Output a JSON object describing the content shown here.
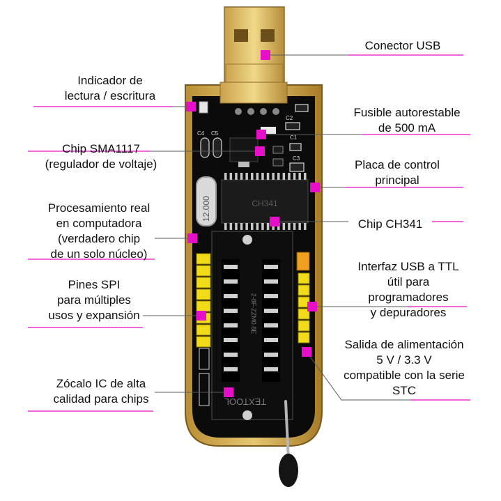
{
  "colors": {
    "accent": "#e60ec8",
    "leader": "#5a5a5a",
    "board_gold": "#c9a24a",
    "board_black": "#0b0b0b",
    "usb_gold": "#d8b35a",
    "pin_yellow": "#f2dc1a"
  },
  "board": {
    "chip_marking": "CH341",
    "crystal_marking": "12.000",
    "socket_marking": "TEXTOOL",
    "socket_model": "2-8F-ZZM0.8E",
    "cap_labels": [
      "C4",
      "C5",
      "C1",
      "C2",
      "C3"
    ]
  },
  "callouts": [
    {
      "id": "usb-connector",
      "text": "Conector USB"
    },
    {
      "id": "rw-indicator",
      "text": "Indicador de\nlectura / escritura"
    },
    {
      "id": "fuse",
      "text": "Fusible autorestable\nde 500 mA"
    },
    {
      "id": "sma1117",
      "text": "Chip SMA1117\n(regulador de voltaje)"
    },
    {
      "id": "control-board",
      "text": "Placa de control\nprincipal"
    },
    {
      "id": "real-processing",
      "text": "Procesamiento real\nen computadora\n(verdadero chip\nde un solo núcleo)"
    },
    {
      "id": "ch341",
      "text": "Chip CH341"
    },
    {
      "id": "usb-ttl",
      "text": "Interfaz USB a TTL\nútil para programadores\ny depuradores"
    },
    {
      "id": "spi-pins",
      "text": "Pines SPI\npara múltiples\nusos y expansión"
    },
    {
      "id": "power-out",
      "text": "Salida de alimentación\n5 V / 3.3 V\ncompatible con la serie\nSTC"
    },
    {
      "id": "ic-socket",
      "text": "Zócalo IC de alta\ncalidad para chips"
    }
  ]
}
